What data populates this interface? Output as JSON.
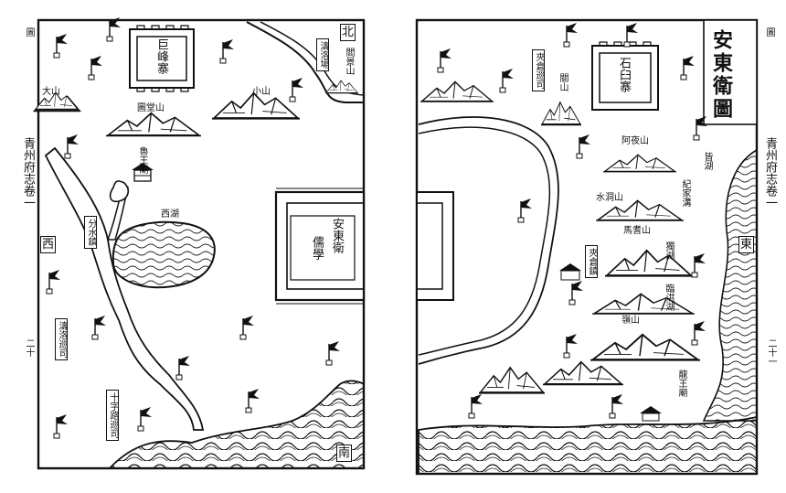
{
  "title": "安東衛圖",
  "north_label": "北",
  "south_label": "南",
  "west_label": "西",
  "east_label": "東",
  "margin_left": {
    "top": "圖",
    "middle": "青州府志卷一",
    "bottom": "二十"
  },
  "margin_right": {
    "top": "圖",
    "middle": "青州府志卷一",
    "bottom": "二十一"
  },
  "left_page": {
    "forts": [
      "巨峰寨",
      "安東衛",
      "儒學"
    ],
    "mountains": [
      "大山",
      "小山",
      "圖堂山",
      "閻景山"
    ],
    "places": [
      "魯王廟",
      "西湖",
      "分水鎮",
      "濤洛場",
      "濤洛巡司",
      "十字路巡司"
    ]
  },
  "right_page": {
    "forts": [
      "石臼寨"
    ],
    "mountains": [
      "關山",
      "夾倉巡司",
      "阿夜山",
      "水洞山",
      "馬耆山",
      "嶺山"
    ],
    "places": [
      "夾倉鎮",
      "龍王廟",
      "紀家溝",
      "皆湖",
      "獨湖",
      "臨洪湖"
    ]
  }
}
